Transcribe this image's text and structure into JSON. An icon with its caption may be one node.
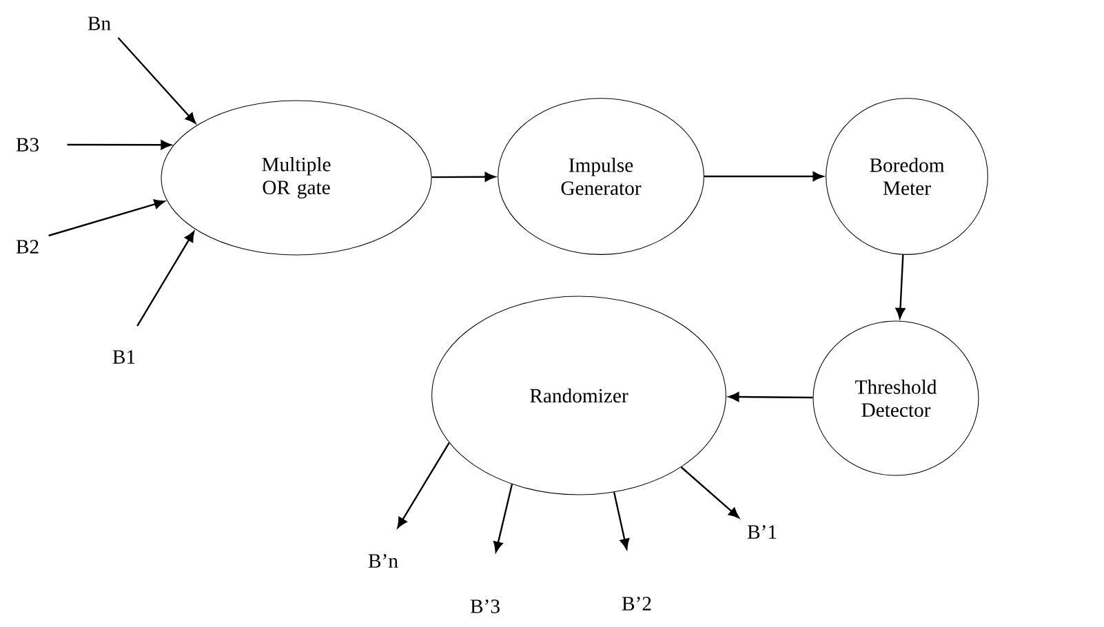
{
  "diagram": {
    "nodes": [
      {
        "text": [
          "Bn"
        ]
      },
      {
        "text": [
          "B3"
        ]
      },
      {
        "text": [
          "B2"
        ]
      },
      {
        "text": [
          "B1"
        ]
      },
      {
        "text": [
          "Multiple OR gate"
        ]
      },
      {
        "text": [
          "Impulse Generator"
        ]
      },
      {
        "text": [
          "Boredom Meter"
        ]
      },
      {
        "text": [
          "Threshold Detector"
        ]
      },
      {
        "text": [
          "Randomizer"
        ]
      },
      {
        "text": [
          "B’n"
        ]
      },
      {
        "text": [
          "B’3"
        ]
      },
      {
        "text": [
          "B’2"
        ]
      },
      {
        "text": [
          "B’1"
        ]
      }
    ],
    "edges": [
      {
        "from": 0,
        "to": 4,
        "arrow": "to"
      },
      {
        "from": 1,
        "to": 4,
        "arrow": "to"
      },
      {
        "from": 2,
        "to": 4,
        "arrow": "to"
      },
      {
        "from": 3,
        "to": 4,
        "arrow": "to"
      },
      {
        "from": 4,
        "to": 5,
        "arrow": "to"
      },
      {
        "from": 5,
        "to": 6,
        "arrow": "to"
      },
      {
        "from": 6,
        "to": 7,
        "arrow": "to"
      },
      {
        "from": 7,
        "to": 8,
        "arrow": "to"
      },
      {
        "from": 8,
        "to": 9,
        "arrow": "to"
      },
      {
        "from": 8,
        "to": 10,
        "arrow": "to"
      },
      {
        "from": 8,
        "to": 11,
        "arrow": "to"
      },
      {
        "from": 8,
        "to": 12,
        "arrow": "to"
      }
    ]
  }
}
